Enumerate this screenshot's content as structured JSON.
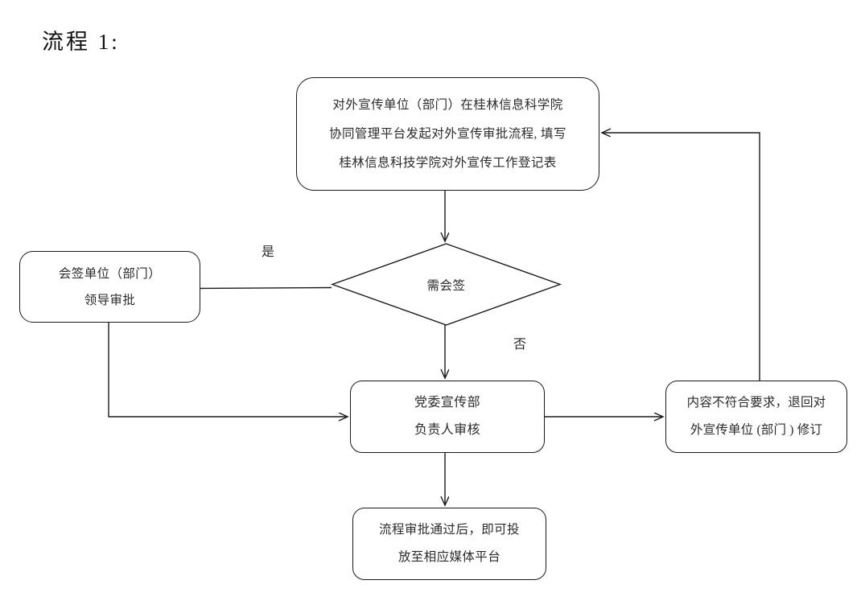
{
  "page": {
    "title": "流程 1:",
    "background_color": "#ffffff",
    "stroke_color": "#1a1a1a",
    "text_color": "#2b2b2b"
  },
  "flowchart": {
    "type": "flowchart",
    "nodes": [
      {
        "id": "initiate",
        "shape": "rounded-rectangle",
        "lines": [
          "对外宣传单位（部门）在桂林信息科学院",
          "协同管理平台发起对外宣传审批流程, 填写",
          "桂林信息科技学院对外宣传工作登记表"
        ]
      },
      {
        "id": "cosign",
        "shape": "rounded-rectangle",
        "lines": [
          "会签单位（部门）",
          "领导审批"
        ]
      },
      {
        "id": "decision",
        "shape": "diamond",
        "lines": [
          "需会签"
        ]
      },
      {
        "id": "review",
        "shape": "rounded-rectangle",
        "lines": [
          "党委宣传部",
          "负责人审核"
        ]
      },
      {
        "id": "reject",
        "shape": "rounded-rectangle",
        "lines": [
          "内容不符合要求，退回对",
          "外宣传单位 (部门 ) 修订"
        ]
      },
      {
        "id": "publish",
        "shape": "rounded-rectangle",
        "lines": [
          "流程审批通过后，即可投",
          "放至相应媒体平台"
        ]
      }
    ],
    "edges": [
      {
        "from": "initiate",
        "to": "decision",
        "label": "",
        "arrow": true
      },
      {
        "from": "decision",
        "to": "cosign",
        "label": "是",
        "arrow": false
      },
      {
        "from": "decision",
        "to": "review",
        "label": "否",
        "arrow": true
      },
      {
        "from": "cosign",
        "to": "review",
        "label": "",
        "arrow": true
      },
      {
        "from": "review",
        "to": "reject",
        "label": "",
        "arrow": true
      },
      {
        "from": "review",
        "to": "publish",
        "label": "",
        "arrow": true
      },
      {
        "from": "reject",
        "to": "initiate",
        "label": "",
        "arrow": true
      }
    ],
    "edge_labels": {
      "yes": "是",
      "no": "否"
    }
  }
}
